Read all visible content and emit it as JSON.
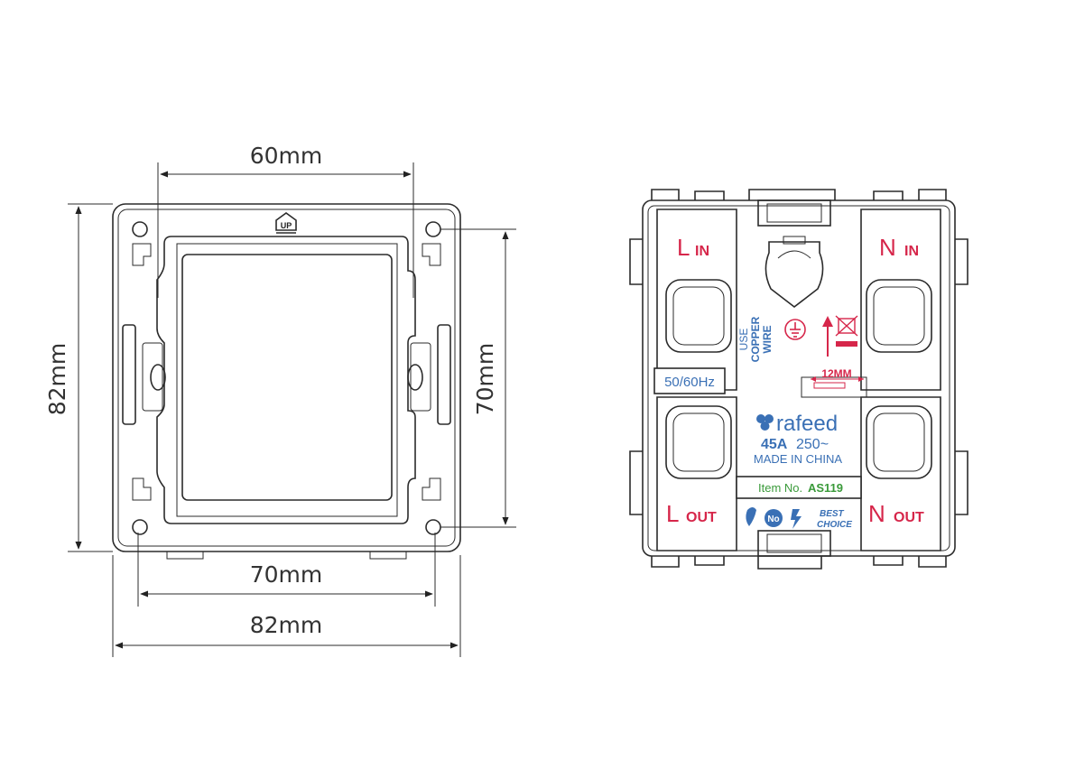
{
  "dimensions": {
    "top_width": "60mm",
    "left_height": "82mm",
    "right_height": "70mm",
    "bottom_inner": "70mm",
    "bottom_outer": "82mm"
  },
  "frame": {
    "up_mark": "UP"
  },
  "module": {
    "l_in": "L",
    "l_in_sub": "IN",
    "n_in": "N",
    "n_in_sub": "IN",
    "l_out": "L",
    "l_out_sub": "OUT",
    "n_out": "N",
    "n_out_sub": "OUT",
    "use_wire": [
      "USE",
      "COPPER",
      "WIRE"
    ],
    "frequency": "50/60Hz",
    "strip_length": "12MM",
    "brand": "rafeed",
    "rating_bold": "45A",
    "rating": "250~",
    "origin": "MADE IN CHINA",
    "item_label": "Item No.",
    "item_number": "AS119",
    "best": "BEST",
    "choice": "CHOICE"
  },
  "colors": {
    "terminal_label": "#d6264a",
    "print_blue": "#3a70b5",
    "item_green": "#3a9a3a"
  }
}
